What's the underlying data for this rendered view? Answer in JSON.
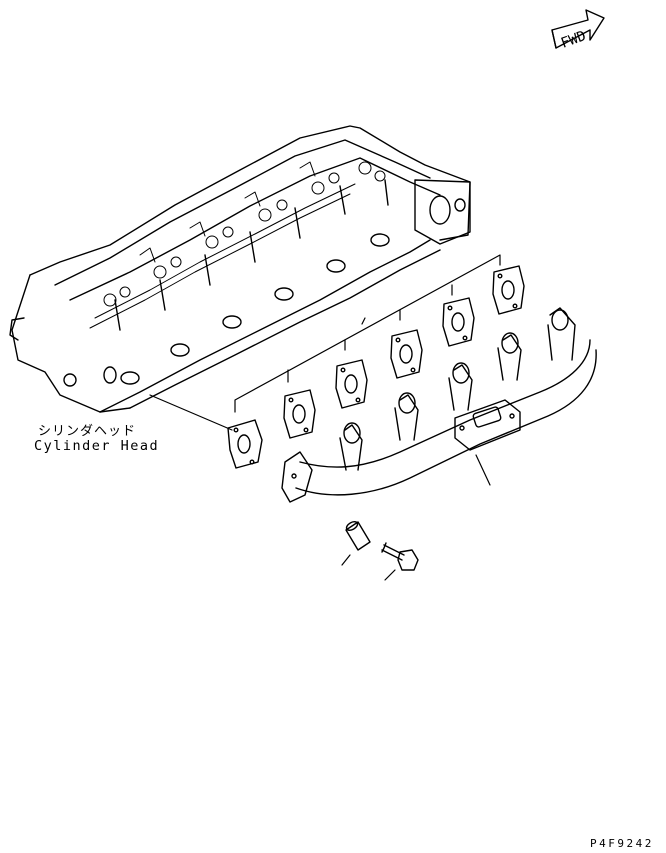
{
  "fwd_arrow": {
    "label": "FWD"
  },
  "labels": {
    "cylinder_head_jp": "シリンダヘッド",
    "cylinder_head_en": "Cylinder Head"
  },
  "figure_code": "P4F9242",
  "colors": {
    "line": "#000000",
    "background": "#ffffff"
  }
}
